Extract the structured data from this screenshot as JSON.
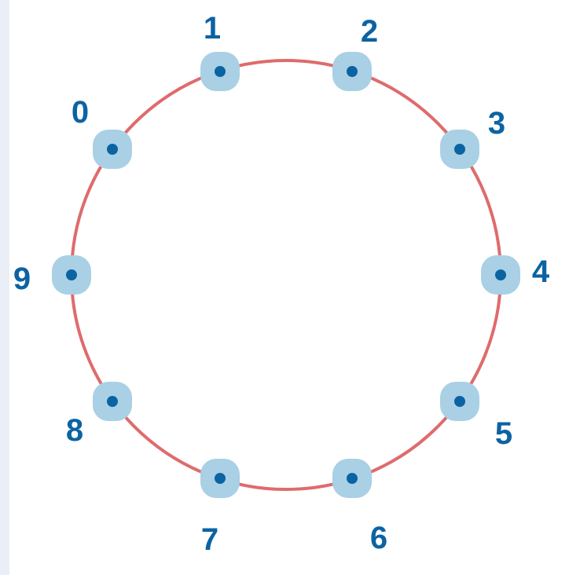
{
  "colors": {
    "circle": "#de6b6d",
    "dot": "#0c63a2",
    "halo": "#a9d0e5",
    "label": "#0c63a2",
    "left_strip": "#e9eef7"
  },
  "nodes": [
    {
      "label": "0"
    },
    {
      "label": "1"
    },
    {
      "label": "2"
    },
    {
      "label": "3"
    },
    {
      "label": "4"
    },
    {
      "label": "5"
    },
    {
      "label": "6"
    },
    {
      "label": "7"
    },
    {
      "label": "8"
    },
    {
      "label": "9"
    }
  ]
}
